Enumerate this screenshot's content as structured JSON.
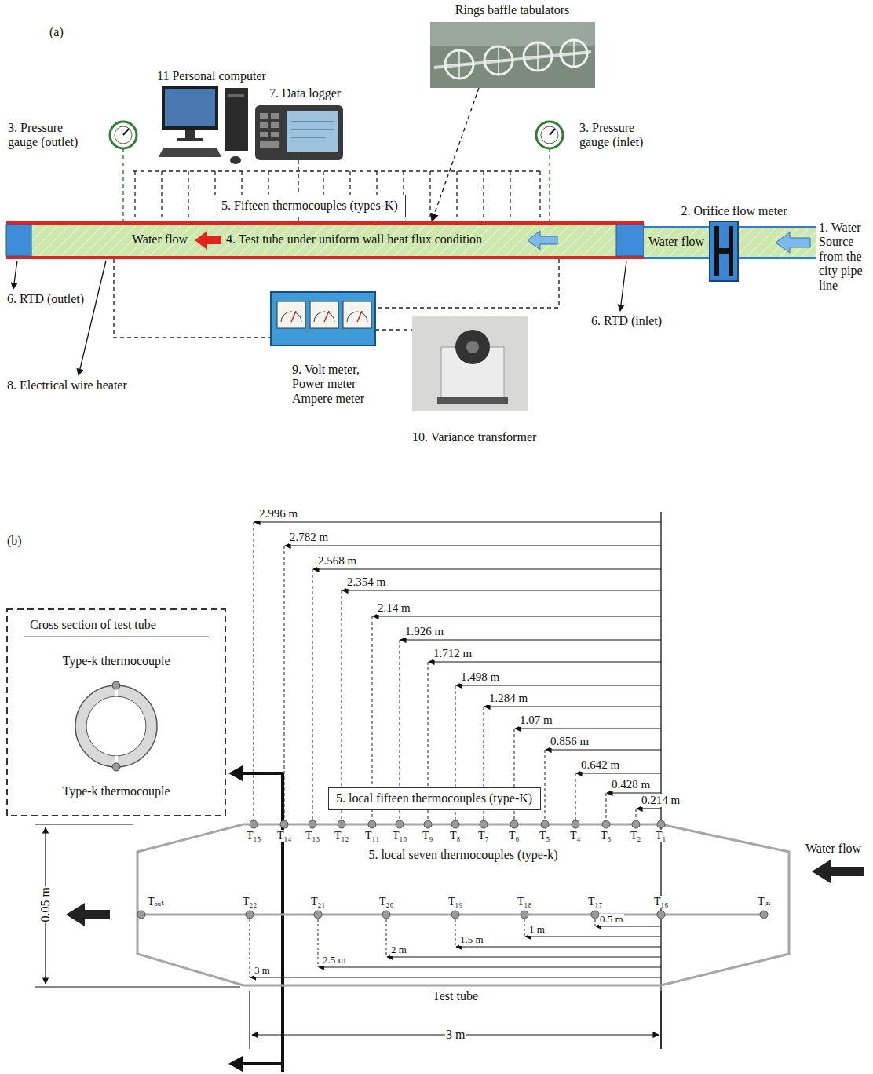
{
  "diagram": {
    "nodes": [
      {
        "text": [
          "Rings baffle tabulators"
        ]
      },
      {
        "text": [
          "11 Personal computer"
        ]
      },
      {
        "text": [
          "7. Data logger"
        ]
      },
      {
        "text": [
          "3. Pressure gauge (outlet)"
        ]
      },
      {
        "text": [
          "3. Pressure gauge (inlet)"
        ]
      },
      {
        "text": [
          "5. Fifteen thermocouples (types-K)"
        ]
      },
      {
        "text": [
          "Water flow",
          "4. Test tube under uniform wall heat flux condition"
        ]
      },
      {
        "text": [
          "Water flow"
        ]
      },
      {
        "text": [
          "2. Orifice flow meter"
        ]
      },
      {
        "text": [
          "9. Volt meter, Power meter Ampere meter"
        ]
      },
      {
        "text": [
          "10. Variance transformer"
        ]
      },
      {
        "text": [
          "Cross section of test tube",
          "Type-k thermocouple",
          "Type-k thermocouple"
        ]
      },
      {
        "text": [
          "5. local fifteen thermocouples (type-K)"
        ]
      },
      {
        "text": [
          "5. local seven thermocouples (type-k)",
          "Test tube"
        ]
      }
    ],
    "edges": [
      {
        "from": 0,
        "to": 6,
        "arrow": "to"
      },
      {
        "from": 3,
        "to": 6,
        "arrow": "none"
      },
      {
        "from": 4,
        "to": 6,
        "arrow": "none"
      },
      {
        "from": 2,
        "to": 6,
        "arrow": "none"
      },
      {
        "from": 6,
        "to": 9,
        "arrow": "none"
      },
      {
        "from": 6,
        "to": 9,
        "arrow": "none"
      },
      {
        "from": 9,
        "to": 10,
        "arrow": "none"
      }
    ],
    "labels": [
      "(a)",
      "1. Water Source from the city pipe line",
      "6. RTD (outlet)",
      "6. RTD (inlet)",
      "8. Electrical wire heater",
      "(b)",
      "2.996 m",
      "2.782 m",
      "2.568 m",
      "2.354 m",
      "2.14 m",
      "1.926 m",
      "1.712 m",
      "1.498 m",
      "1.284 m",
      "1.07 m",
      "0.856 m",
      "0.642 m",
      "0.428 m",
      "0.214 m",
      "T₁₅",
      "T₁₄",
      "T₁₃",
      "T₁₂",
      "T₁₁",
      "T₁₀",
      "T₉",
      "T₈",
      "T₇",
      "T₆",
      "T₅",
      "T₄",
      "T₃",
      "T₂",
      "T₁",
      "Tₒᵤₜ",
      "T₂₂",
      "T₂₁",
      "T₂₀",
      "T₁₉",
      "T₁₈",
      "T₁₇",
      "T₁₆",
      "Tᵢₙ",
      "0.5 m",
      "1 m",
      "1.5 m",
      "2 m",
      "2.5 m",
      "3 m",
      "3 m",
      "0.05 m",
      "Water flow"
    ]
  }
}
